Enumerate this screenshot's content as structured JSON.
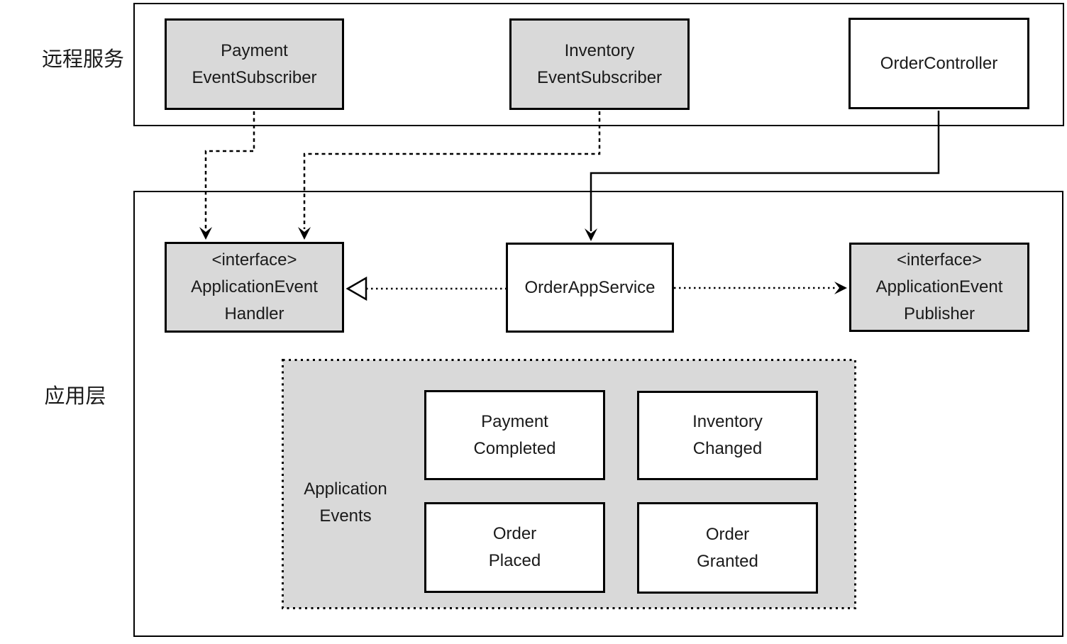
{
  "diagram": {
    "layers": {
      "remote_services": {
        "label": "远程服务"
      },
      "application": {
        "label": "应用层"
      }
    },
    "nodes": {
      "payment_event_subscriber": {
        "lines": [
          "Payment",
          "EventSubscriber"
        ],
        "fill": "#d9d9d9"
      },
      "inventory_event_subscriber": {
        "lines": [
          "Inventory",
          "EventSubscriber"
        ],
        "fill": "#d9d9d9"
      },
      "order_controller": {
        "lines": [
          "OrderController"
        ],
        "fill": "#ffffff"
      },
      "application_event_handler": {
        "lines": [
          "<interface>",
          "ApplicationEvent",
          "Handler"
        ],
        "fill": "#d9d9d9"
      },
      "order_app_service": {
        "lines": [
          "OrderAppService"
        ],
        "fill": "#ffffff"
      },
      "application_event_publisher": {
        "lines": [
          "<interface>",
          "ApplicationEvent",
          "Publisher"
        ],
        "fill": "#d9d9d9"
      }
    },
    "events_group": {
      "label_lines": [
        "Application",
        "Events"
      ],
      "fill": "#d9d9d9",
      "events": {
        "payment_completed": {
          "lines": [
            "Payment",
            "Completed"
          ]
        },
        "inventory_changed": {
          "lines": [
            "Inventory",
            "Changed"
          ]
        },
        "order_placed": {
          "lines": [
            "Order",
            "Placed"
          ]
        },
        "order_granted": {
          "lines": [
            "Order",
            "Granted"
          ]
        }
      }
    },
    "edges": [
      {
        "from": "payment_event_subscriber",
        "to": "application_event_handler",
        "style": "dashed",
        "head": "filled-v-arrow"
      },
      {
        "from": "inventory_event_subscriber",
        "to": "application_event_handler",
        "style": "dashed",
        "head": "filled-v-arrow"
      },
      {
        "from": "order_controller",
        "to": "order_app_service",
        "style": "solid",
        "head": "filled-v-arrow"
      },
      {
        "from": "order_app_service",
        "to": "application_event_handler",
        "style": "dotted",
        "head": "hollow-triangle"
      },
      {
        "from": "order_app_service",
        "to": "application_event_publisher",
        "style": "dotted",
        "head": "filled-v-arrow"
      }
    ],
    "colors": {
      "node_fill_gray": "#d9d9d9",
      "node_fill_white": "#ffffff",
      "stroke": "#000000",
      "text": "#1a1a1a",
      "background": "#ffffff"
    }
  }
}
